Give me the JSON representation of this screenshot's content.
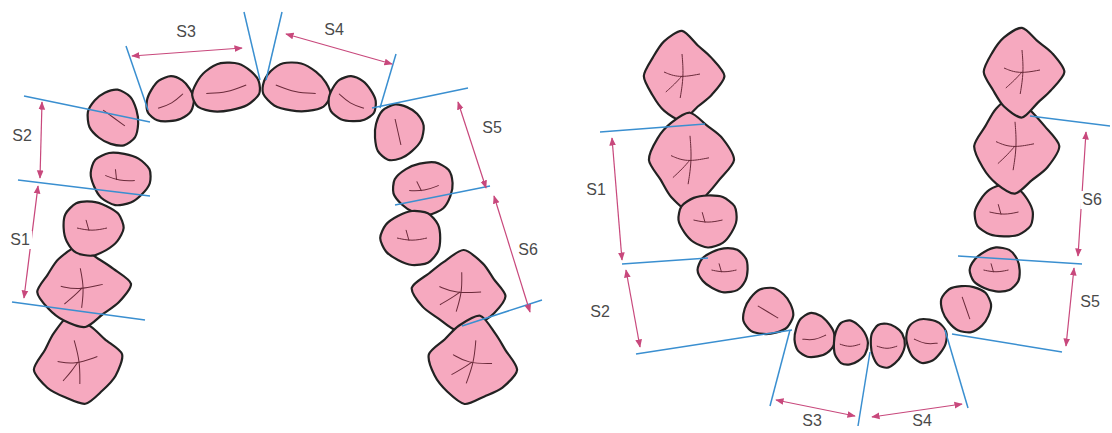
{
  "diagram": {
    "labels": [
      "S3",
      "S4",
      "S2",
      "S5",
      "S1",
      "S6",
      "S1",
      "S6",
      "S2",
      "S5",
      "S3",
      "S4"
    ]
  }
}
